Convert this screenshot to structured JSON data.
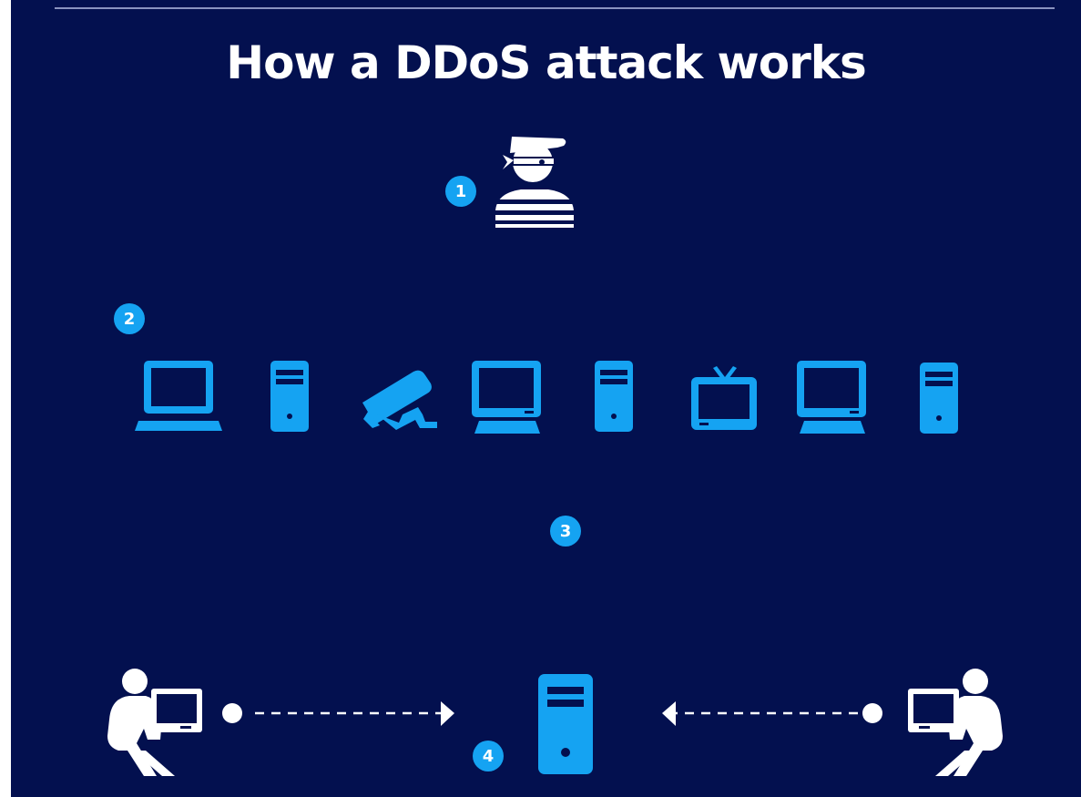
{
  "title": "How a DDoS attack works",
  "steps": [
    "1",
    "2",
    "3",
    "4"
  ],
  "icons": {
    "attacker": "attacker-icon",
    "botnet": [
      "laptop-icon",
      "desktop-tower-icon",
      "security-camera-icon",
      "monitor-icon",
      "desktop-tower-icon",
      "tv-icon",
      "monitor-icon",
      "desktop-tower-icon"
    ],
    "target": "target-server-icon",
    "users": [
      "user-at-computer-icon",
      "user-at-computer-icon"
    ]
  },
  "colors": {
    "background": "#03104f",
    "accent": "#15a3f2",
    "foreground": "#ffffff"
  }
}
